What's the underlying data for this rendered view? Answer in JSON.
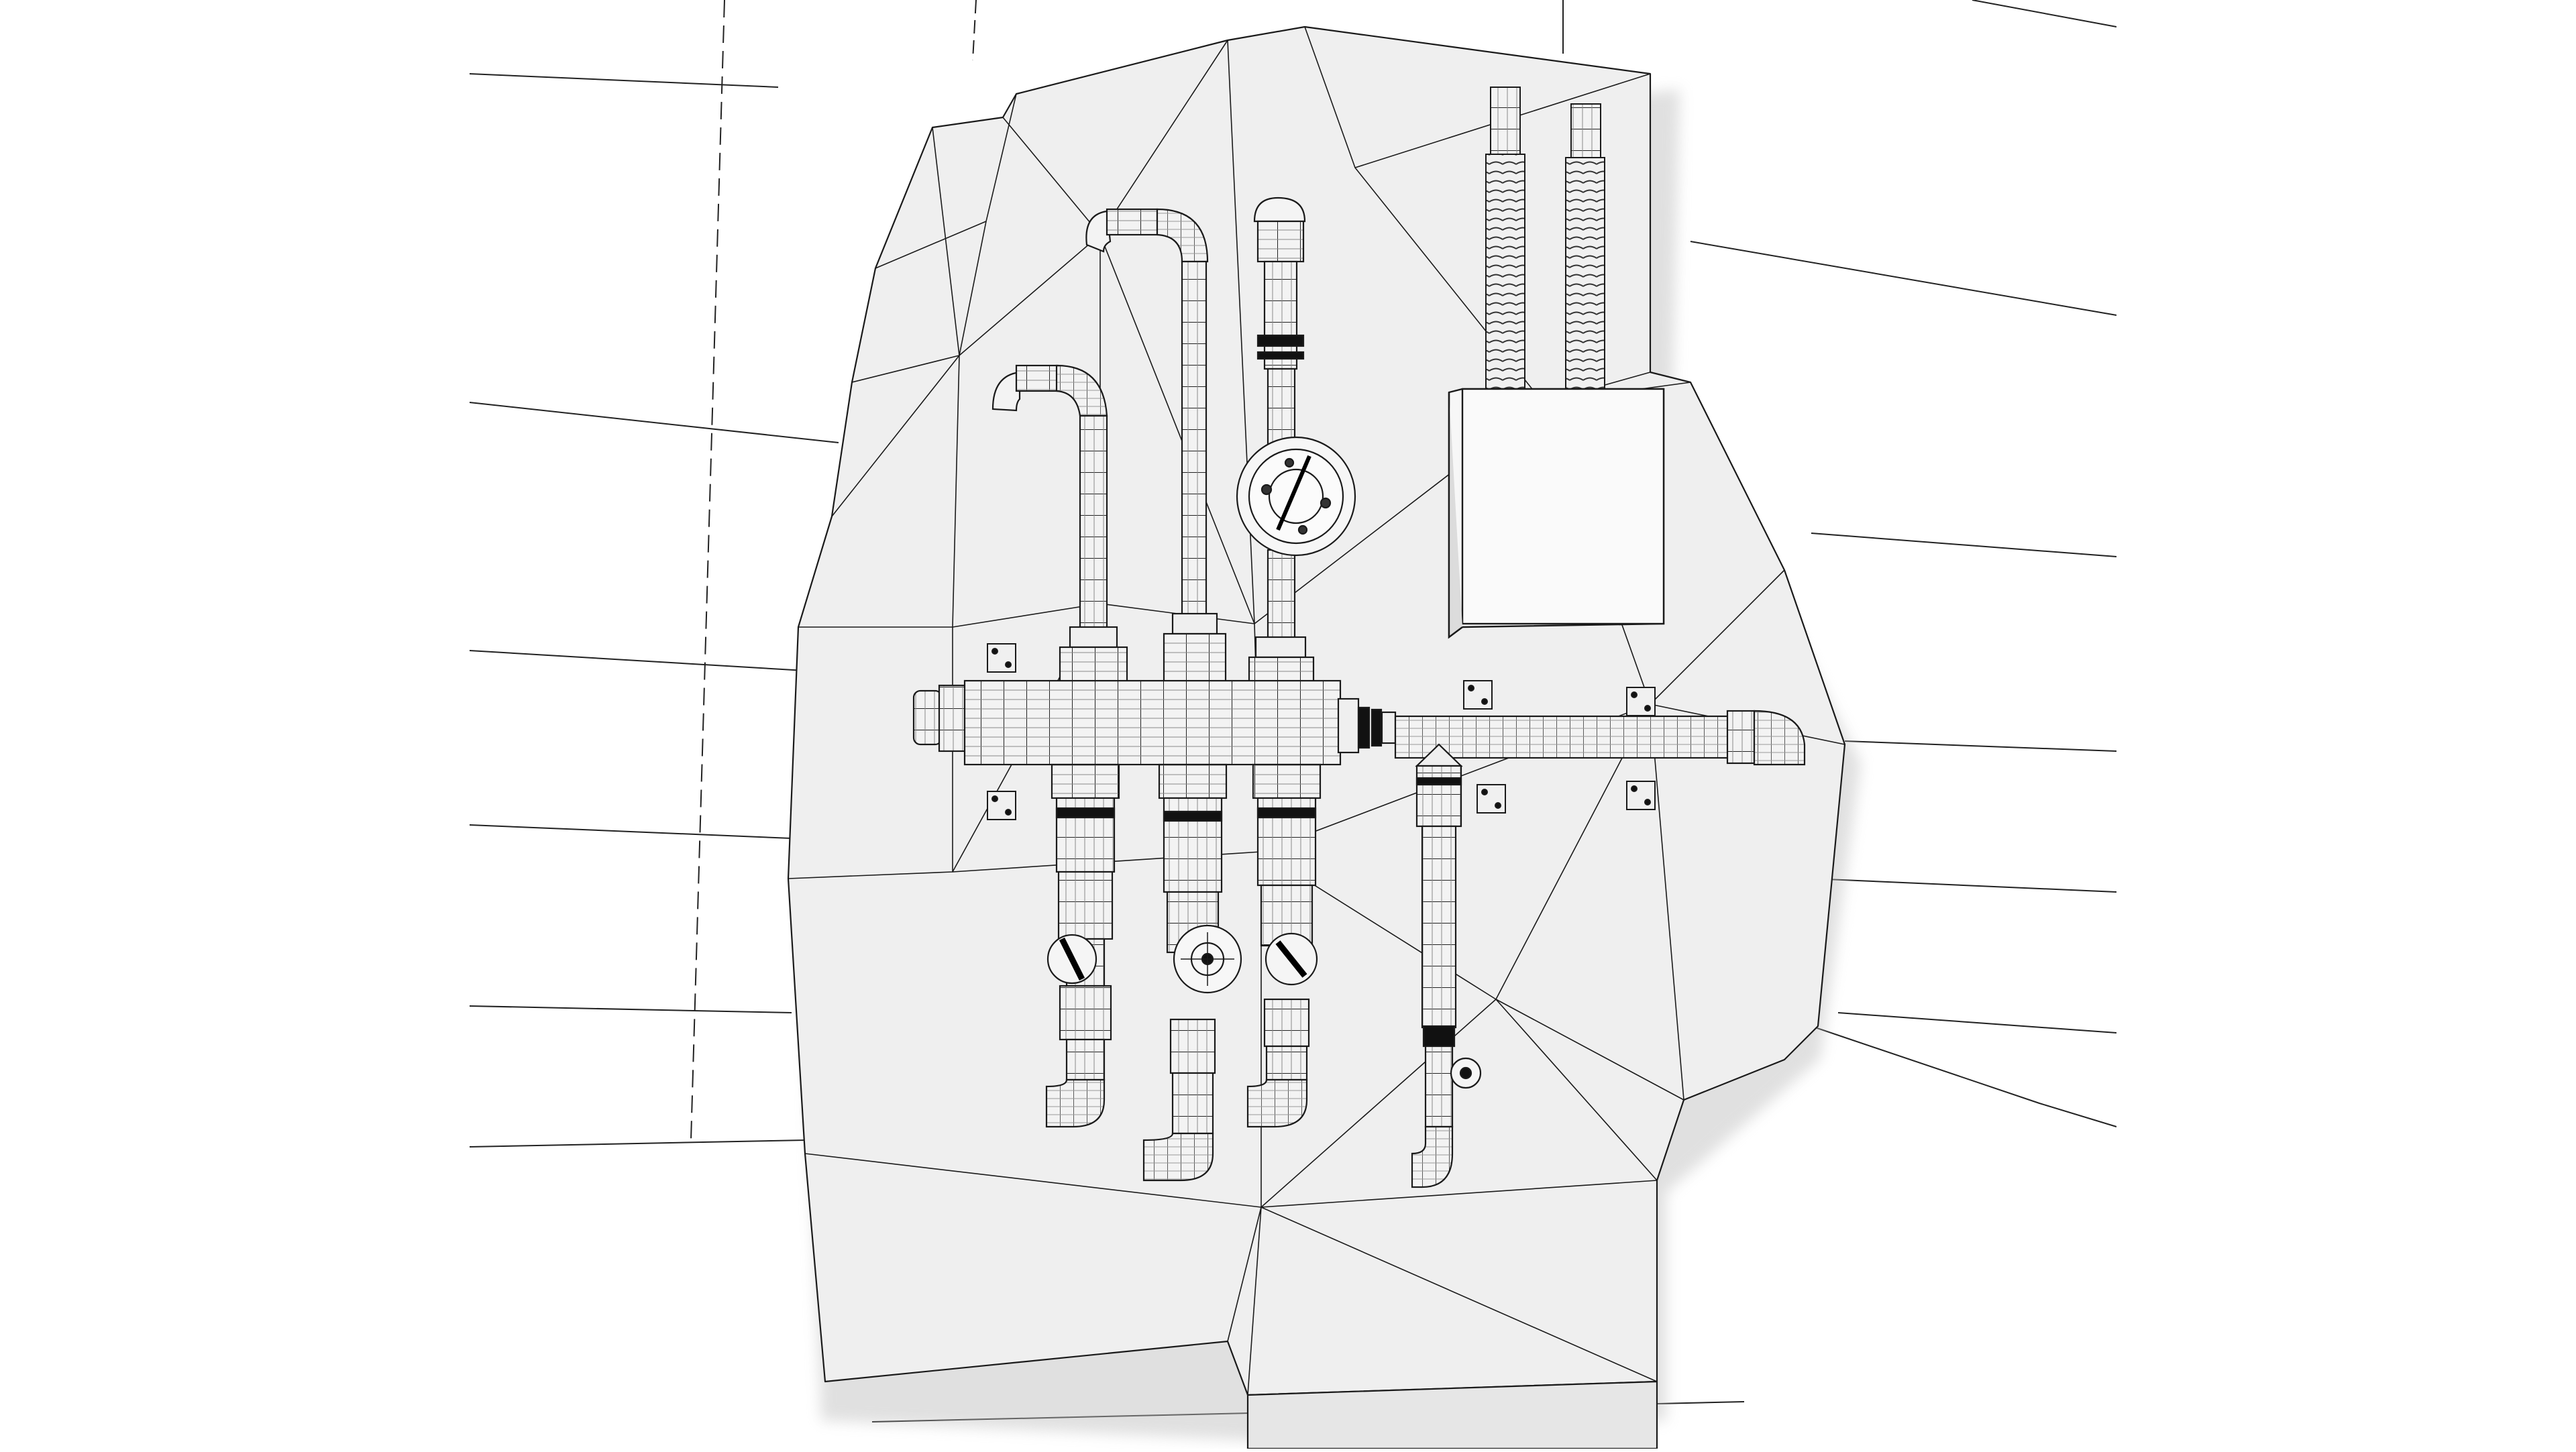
{
  "scene": {
    "type": "3d-wireframe-render",
    "subject": "wall-mounted-plumbing-manifold",
    "background_color": "#ffffff",
    "panel_color": "#eeeeee",
    "line_color": "#1a1a1a",
    "pipe_color": "#f4f4f4",
    "parts": {
      "vertical_pipes": 4,
      "horizontal_manifold": 1,
      "ball_valves": 4,
      "flow_meter": 1,
      "junction_box": 1,
      "corrugated_conduits": 2,
      "mounting_brackets": 6
    }
  }
}
